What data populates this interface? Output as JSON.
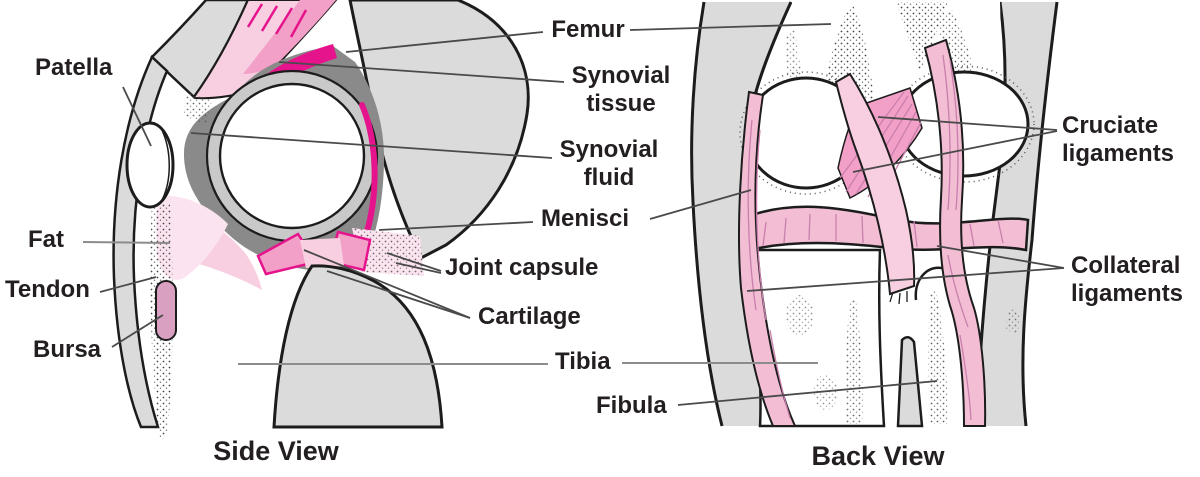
{
  "colors": {
    "magenta": "#E6148C",
    "pink": "#F2A0C7",
    "light_pink": "#F8CFE1",
    "pale_pink": "#FBE4EF",
    "ligament_pink": "#F3BDD4",
    "bursa_pink": "#D9A0C2",
    "striation": "#C97FAD",
    "bone_gray": "#DBDBDB",
    "fluid_gray": "#8A8A8A",
    "outline": "#1C1C1C",
    "text": "#231F20",
    "leader": "#4A4A4A",
    "leader_gray": "#8C8C8C"
  },
  "side_view": {
    "caption": "Side View",
    "labels": {
      "patella": "Patella",
      "fat": "Fat",
      "tendon": "Tendon",
      "bursa": "Bursa"
    }
  },
  "center_labels": {
    "femur": "Femur",
    "synovial_tissue": "Synovial tissue",
    "synovial_fluid": "Synovial fluid",
    "menisci": "Menisci",
    "joint_capsule": "Joint capsule",
    "cartilage": "Cartilage",
    "tibia": "Tibia",
    "fibula": "Fibula"
  },
  "back_view": {
    "caption": "Back View",
    "labels": {
      "cruciate": "Cruciate ligaments",
      "collateral": "Collateral ligaments"
    }
  }
}
